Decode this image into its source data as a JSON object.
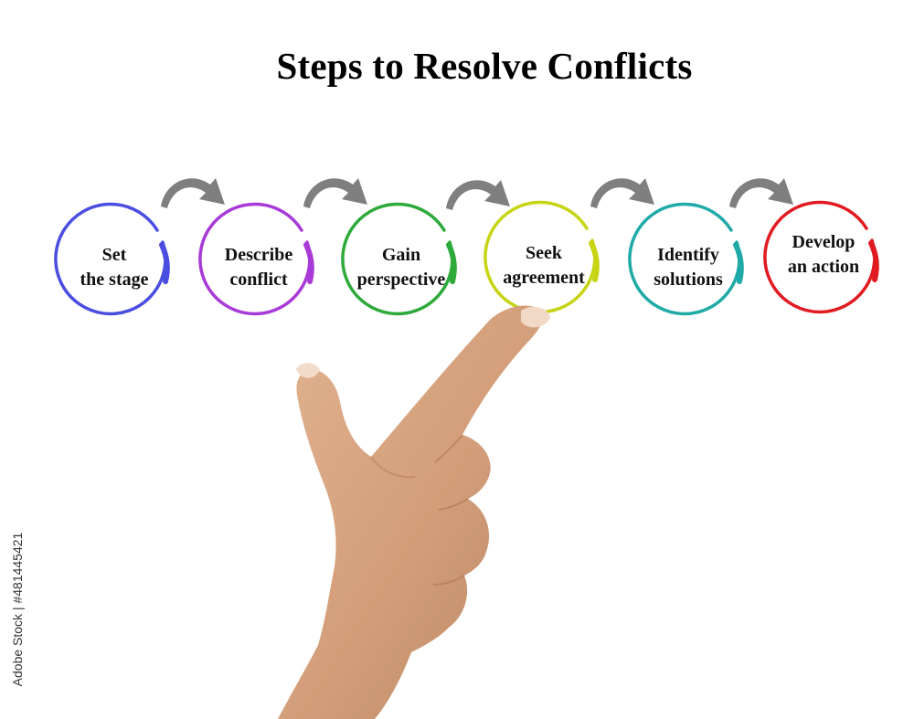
{
  "title": "Steps to Resolve Conflicts",
  "steps": [
    {
      "line1": "Set",
      "line2": "the stage",
      "color": "#4a4ee0"
    },
    {
      "line1": "Describe",
      "line2": "conflict",
      "color": "#a83ad8"
    },
    {
      "line1": "Gain",
      "line2": "perspective",
      "color": "#2eaa3a"
    },
    {
      "line1": "Seek",
      "line2": "agreement",
      "color": "#c6d414"
    },
    {
      "line1": "Identify",
      "line2": "solutions",
      "color": "#1faaa8"
    },
    {
      "line1": "Develop",
      "line2": "an action",
      "color": "#e11b22"
    }
  ],
  "arrow_color": "#7f7f7f",
  "stock_id": "Adobe Stock | #481445421"
}
